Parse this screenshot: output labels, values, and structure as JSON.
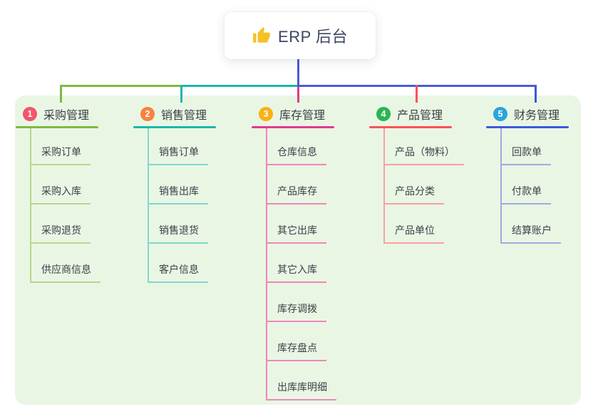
{
  "root": {
    "label": "ERP 后台",
    "icon": "thumbs-up-icon",
    "icon_color": "#f6c026"
  },
  "connector": {
    "stem_color": "#4b5cd4",
    "left_segment_color": "#7eba41",
    "mid_segment_color": "#19b8ad",
    "right_segment_color": "#4b5cd4"
  },
  "panel_color": "#eaf6e4",
  "branches": [
    {
      "num": "1",
      "label": "采购管理",
      "badge_color": "#f2566b",
      "line_color": "#7eba41",
      "child_line_color": "#b6d88e",
      "children": [
        "采购订单",
        "采购入库",
        "采购退货",
        "供应商信息"
      ]
    },
    {
      "num": "2",
      "label": "销售管理",
      "badge_color": "#f9823e",
      "line_color": "#19b8ad",
      "child_line_color": "#80d8cf",
      "children": [
        "销售订单",
        "销售出库",
        "销售退货",
        "客户信息"
      ]
    },
    {
      "num": "3",
      "label": "库存管理",
      "badge_color": "#f9b213",
      "line_color": "#e23a8e",
      "child_line_color": "#ef86bd",
      "children": [
        "仓库信息",
        "产品库存",
        "其它出库",
        "其它入库",
        "库存调拨",
        "库存盘点",
        "出库库明细"
      ]
    },
    {
      "num": "4",
      "label": "产品管理",
      "badge_color": "#2cb453",
      "line_color": "#fa5158",
      "child_line_color": "#f6a0a2",
      "children": [
        "产品（物料）",
        "产品分类",
        "产品单位"
      ]
    },
    {
      "num": "5",
      "label": "财务管理",
      "badge_color": "#2ba4dd",
      "line_color": "#3e57de",
      "child_line_color": "#9dacdf",
      "children": [
        "回款单",
        "付款单",
        "结算账户"
      ]
    }
  ]
}
